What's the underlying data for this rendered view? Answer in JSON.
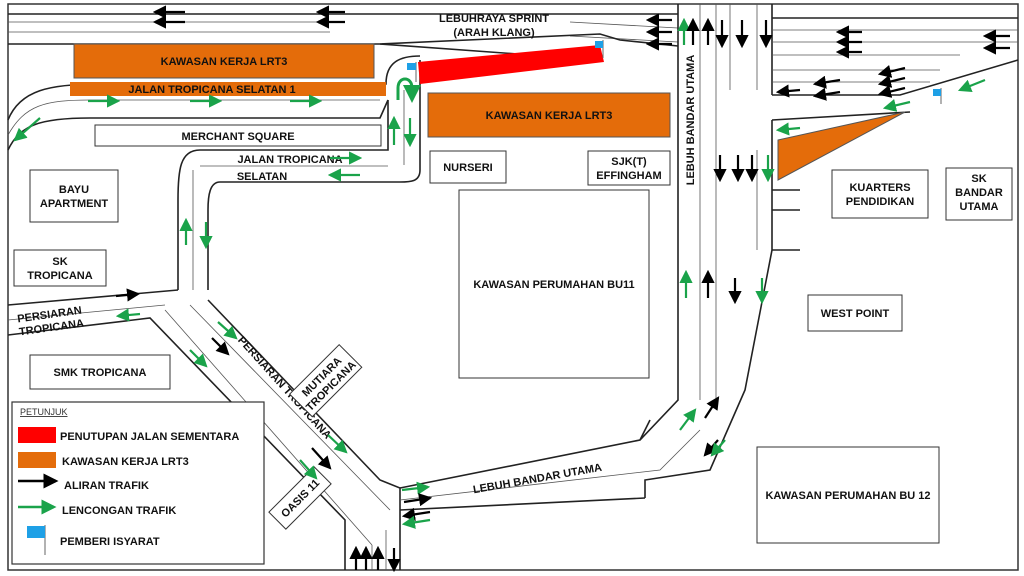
{
  "colors": {
    "closure": "#ff0000",
    "work_zone": "#e46c0a",
    "traffic_flow": "#000000",
    "detour": "#1aa34a",
    "flagman": "#1ea0e6"
  },
  "roads": {
    "sprint_line1": "LEBUHRAYA SPRINT",
    "sprint_line2": "(ARAH KLANG)",
    "tropicana_selatan_1": "JALAN TROPICANA SELATAN 1",
    "tropicana_selatan_line1": "JALAN TROPICANA",
    "tropicana_selatan_line2": "SELATAN",
    "persiaran_tropicana_left_line1": "PERSIARAN",
    "persiaran_tropicana_left_line2": "TROPICANA",
    "persiaran_tropicana_diag": "PERSIARAN TROPICANA",
    "lebuh_bandar_utama_vertical": "LEBUH BANDAR UTAMA",
    "lebuh_bandar_utama_bottom": "LEBUH BANDAR UTAMA"
  },
  "areas": {
    "work_zone_1": "KAWASAN KERJA LRT3",
    "work_zone_2": "KAWASAN KERJA LRT3",
    "merchant_square": "MERCHANT SQUARE",
    "nurseri": "NURSERI",
    "sjkt_line1": "SJK(T)",
    "sjkt_line2": "EFFINGHAM",
    "bayu_line1": "BAYU",
    "bayu_line2": "APARTMENT",
    "sk_tropicana_line1": "SK",
    "sk_tropicana_line2": "TROPICANA",
    "smk_tropicana": "SMK TROPICANA",
    "mutiara_line1": "MUTIARA",
    "mutiara_line2": "TROPICANA",
    "oasis": "OASIS 11",
    "bu11": "KAWASAN PERUMAHAN  BU11",
    "bu12": "KAWASAN PERUMAHAN BU 12",
    "kuarters_line1": "KUARTERS",
    "kuarters_line2": "PENDIDIKAN",
    "sk_bu_line1": "SK",
    "sk_bu_line2": "BANDAR",
    "sk_bu_line3": "UTAMA",
    "west_point": "WEST POINT"
  },
  "legend": {
    "title": "PETUNJUK",
    "items": [
      {
        "label": "PENUTUPAN JALAN SEMENTARA",
        "icon": "red-closure-swatch"
      },
      {
        "label": "KAWASAN KERJA LRT3",
        "icon": "orange-work-zone-swatch"
      },
      {
        "label": "ALIRAN TRAFIK",
        "icon": "black-arrow"
      },
      {
        "label": "LENCONGAN TRAFIK",
        "icon": "green-arrow"
      },
      {
        "label": "PEMBERI ISYARAT",
        "icon": "blue-flag"
      }
    ]
  }
}
